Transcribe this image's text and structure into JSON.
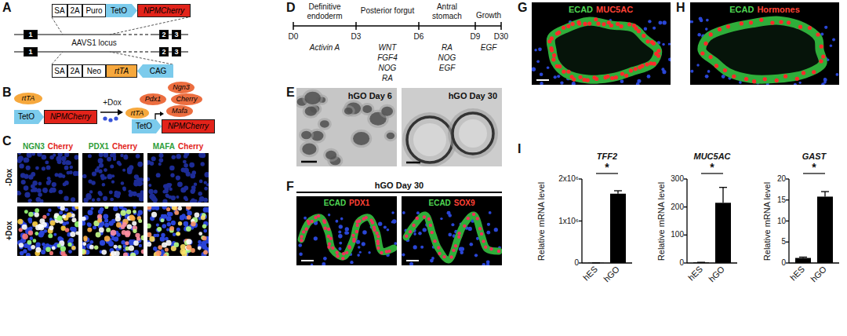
{
  "diagram": {
    "nodes": [
      {
        "text": [
          "SA"
        ]
      },
      {
        "text": [
          "2A"
        ]
      },
      {
        "text": [
          "Puro"
        ]
      },
      {
        "text": [
          "TetO"
        ]
      },
      {
        "text": [
          "NPMCherry"
        ]
      },
      {
        "text": [
          "1"
        ]
      },
      {
        "text": [
          "2"
        ]
      },
      {
        "text": [
          "3"
        ]
      },
      {
        "text": [
          "1"
        ]
      },
      {
        "text": [
          "2"
        ]
      },
      {
        "text": [
          "3"
        ]
      },
      {
        "text": [
          "SA"
        ]
      },
      {
        "text": [
          "2A"
        ]
      },
      {
        "text": [
          "Neo"
        ]
      },
      {
        "text": [
          "rtTA"
        ]
      },
      {
        "text": [
          "CAG"
        ]
      },
      {
        "text": [
          "rtTA"
        ]
      },
      {
        "text": [
          "TetO"
        ]
      },
      {
        "text": [
          "NPMCherry"
        ]
      },
      {
        "text": [
          "rtTA"
        ]
      },
      {
        "text": [
          "TetO"
        ]
      },
      {
        "text": [
          "NPMCherry"
        ]
      },
      {
        "text": [
          "Ngn3"
        ]
      },
      {
        "text": [
          "Pdx1"
        ]
      },
      {
        "text": [
          "Cherry"
        ]
      },
      {
        "text": [
          "Mafa"
        ]
      }
    ],
    "labels": [
      "A",
      "AAVS1 locus",
      "B",
      "+Dox",
      "C",
      "NGN3",
      "Cherry",
      "PDX1",
      "Cherry",
      "MAFA",
      "Cherry",
      "-Dox",
      "+Dox",
      "D",
      "Definitive endoderm",
      "Posterior forgut",
      "Antral stomach",
      "Growth",
      "D0",
      "D3",
      "D6",
      "D9",
      "D30",
      "Activin A",
      "WNT",
      "FGF4",
      "NOG",
      "RA",
      "RA",
      "NOG",
      "EGF",
      "EGF",
      "E",
      "hGO Day 6",
      "hGO Day 30",
      "F",
      "hGO Day 30",
      "ECAD",
      "PDX1",
      "ECAD",
      "SOX9",
      "G",
      "ECAD",
      "MUC5AC",
      "H",
      "ECAD",
      "Hormones",
      "I",
      "TFF2",
      "Relative mRNA level",
      "2x10⁶",
      "1x10⁶",
      "0",
      "hES",
      "hGO",
      "*",
      "MUC5AC",
      "Relative mRNA level",
      "300",
      "200",
      "100",
      "0",
      "hES",
      "hGO",
      "*",
      "GAST",
      "Relative mRNA level",
      "20",
      "15",
      "10",
      "5",
      "0",
      "hES",
      "hGO",
      "*"
    ]
  }
}
